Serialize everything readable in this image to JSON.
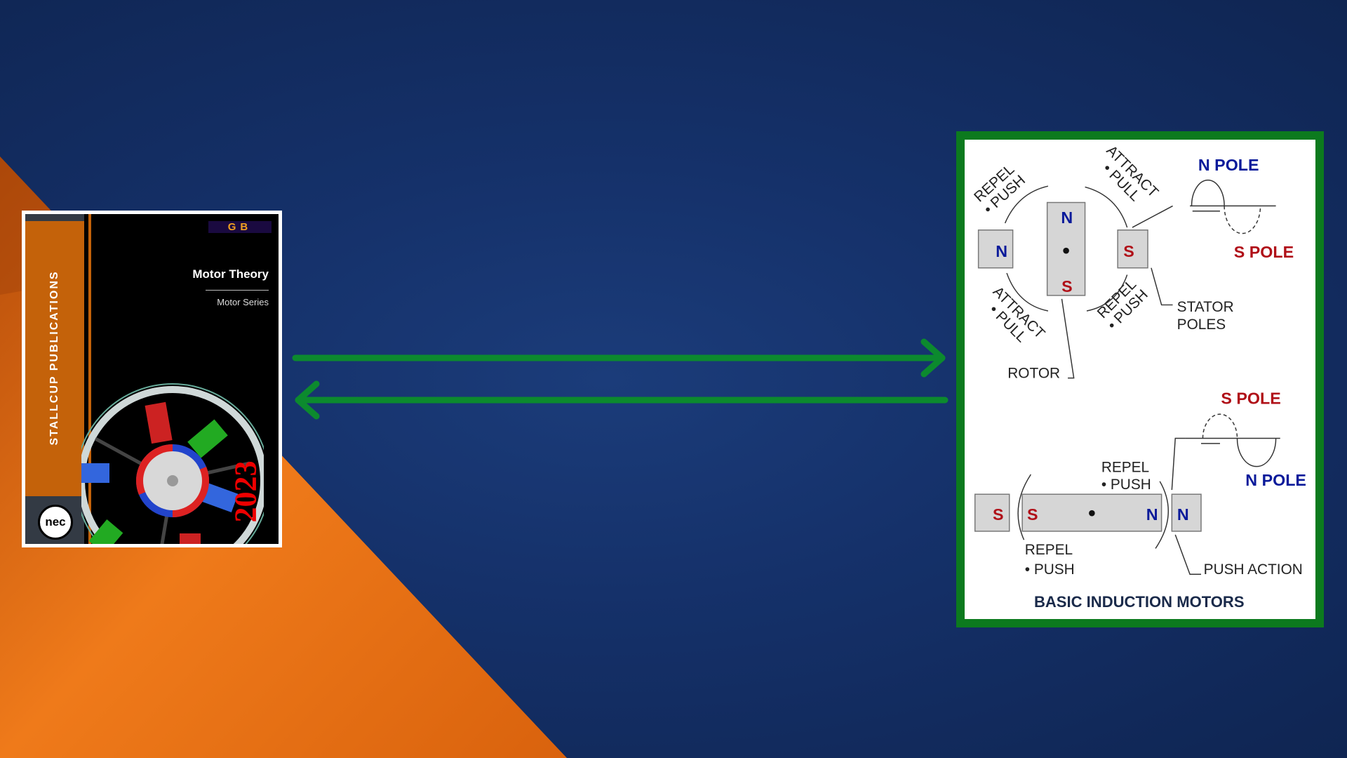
{
  "book_cover": {
    "publisher": "STALLCUP PUBLICATIONS",
    "title": "Motor Theory",
    "series": "Motor Series",
    "year": "2023",
    "logo_top": "GB",
    "logo_bottom": "nec"
  },
  "diagram": {
    "title": "BASIC INDUCTION MOTORS",
    "top": {
      "repel_push_1": "REPEL",
      "repel_push_1b": "• PUSH",
      "attract_pull_1": "ATTRACT",
      "attract_pull_1b": "• PULL",
      "attract_pull_2": "ATTRACT",
      "attract_pull_2b": "• PULL",
      "repel_push_2": "REPEL",
      "repel_push_2b": "• PUSH",
      "n_pole": "N POLE",
      "s_pole": "S POLE",
      "stator_poles_1": "STATOR",
      "stator_poles_2": "POLES",
      "rotor": "ROTOR",
      "left_stator": "N",
      "right_stator": "S",
      "rotor_top": "N",
      "rotor_bottom": "S"
    },
    "bottom": {
      "s_pole": "S POLE",
      "n_pole": "N POLE",
      "repel_push_1": "REPEL",
      "repel_push_1b": "• PUSH",
      "repel_push_2": "REPEL",
      "repel_push_2b": "• PUSH",
      "push_action": "PUSH ACTION",
      "left_stator": "S",
      "rotor_left": "S",
      "rotor_right": "N",
      "right_stator": "N"
    }
  },
  "colors": {
    "arrow": "#0c8a2e",
    "frame": "#0c7a1e",
    "north": "#0a1a9a",
    "south": "#b01018"
  }
}
